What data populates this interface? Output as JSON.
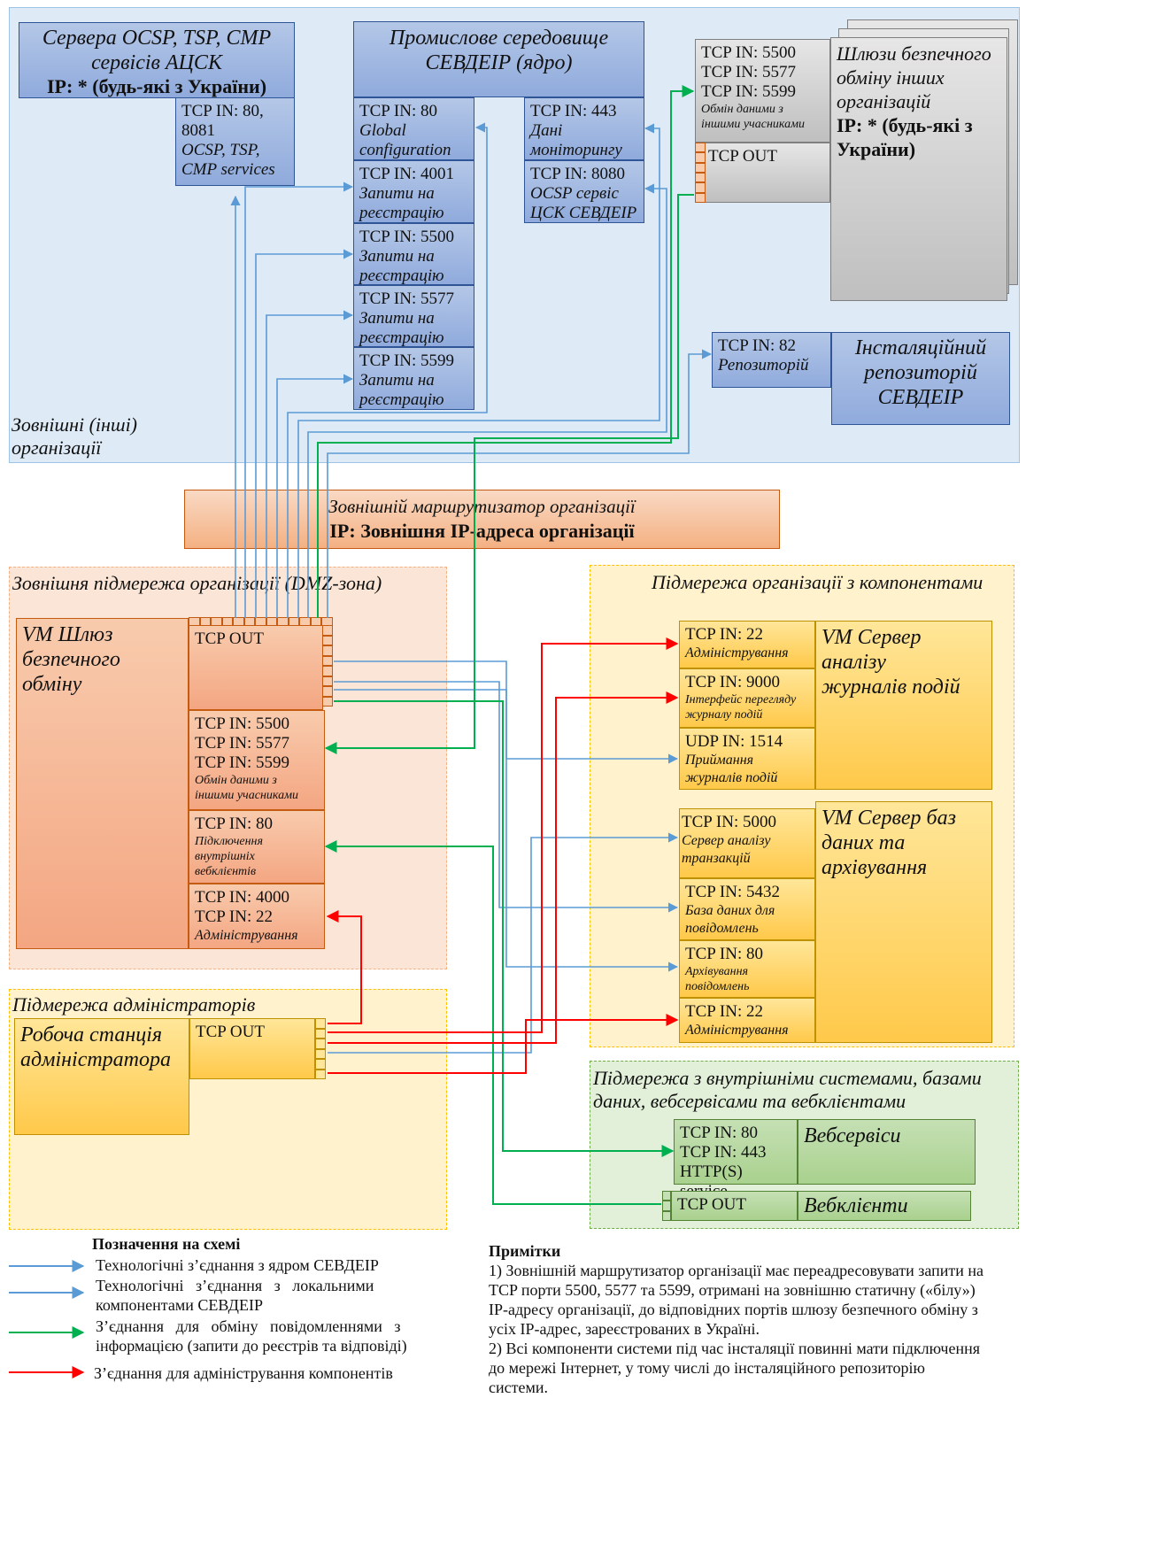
{
  "zones": {
    "external": "Зовнішні (інші) організації",
    "dmz": "Зовнішня підмережа організації (DMZ-зона)",
    "components": "Підмережа організації з компонентами",
    "admins": "Підмережа адміністраторів",
    "internal": "Підмережа з внутрішніми системами, базами даних, вебсервісами та вебклієнтами"
  },
  "ocsp": {
    "title_line1": "Сервера OCSP, TSP, CMP",
    "title_line2": "сервісів АЦСК",
    "ip": "IP: * (будь-які з України)",
    "port_line1": "TCP IN: 80,",
    "port_line2": "8081",
    "port_desc1": "OCSP, TSP,",
    "port_desc2": "CMP services"
  },
  "core": {
    "title_line1": "Промислове середовище",
    "title_line2": "СЕВДЕІР (ядро)",
    "ports_left": [
      {
        "port": "TCP IN: 80",
        "desc1": "Global",
        "desc2": "configuration"
      },
      {
        "port": "TCP IN: 4001",
        "desc1": "Запити на",
        "desc2": "реєстрацію"
      },
      {
        "port": "TCP IN: 5500",
        "desc1": "Запити на",
        "desc2": "реєстрацію"
      },
      {
        "port": "TCP IN: 5577",
        "desc1": "Запити на",
        "desc2": "реєстрацію"
      },
      {
        "port": "TCP IN: 5599",
        "desc1": "Запити на",
        "desc2": "реєстрацію"
      }
    ],
    "ports_right": [
      {
        "port": "TCP IN: 443",
        "desc1": "Дані",
        "desc2": "моніторингу"
      },
      {
        "port": "TCP IN: 8080",
        "desc1": "OCSP сервіс",
        "desc2": "ЦСК СЕВДЕІР"
      }
    ]
  },
  "gateways": {
    "ports": [
      "TCP IN: 5500",
      "TCP IN: 5577",
      "TCP IN: 5599"
    ],
    "ports_desc1": "Обмін даними з",
    "ports_desc2": "іншими учасниками",
    "out": "TCP OUT",
    "title_line1": "Шлюзи безпечного",
    "title_line2": "обміну інших",
    "title_line3": "організацій",
    "ip_line1": "IP: * (будь-які з",
    "ip_line2": "України)"
  },
  "repo": {
    "port": "TCP IN: 82",
    "desc": "Репозиторій",
    "title_line1": "Інсталяційний",
    "title_line2": "репозиторій",
    "title_line3": "СЕВДЕІР"
  },
  "router": {
    "title": "Зовнішній маршрутизатор організації",
    "ip": "IP: Зовнішня IP-адреса організації"
  },
  "vm_gateway": {
    "title_line1": "VM Шлюз",
    "title_line2": "безпечного обміну",
    "out": "TCP OUT",
    "ports_a": [
      "TCP IN: 5500",
      "TCP IN: 5577",
      "TCP IN: 5599"
    ],
    "ports_a_desc1": "Обмін даними з",
    "ports_a_desc2": "іншими учасниками",
    "port_b": "TCP IN: 80",
    "port_b_desc1": "Підключення",
    "port_b_desc2": "внутрішніх",
    "port_b_desc3": "вебклієнтів",
    "port_c1": "TCP IN: 4000",
    "port_c2": "TCP IN: 22",
    "port_c_desc": "Адміністрування"
  },
  "log_server": {
    "title_line1": "VM Сервер аналізу",
    "title_line2": "журналів подій",
    "ports": [
      {
        "port": "TCP IN: 22",
        "desc1": "Адміністрування",
        "desc2": ""
      },
      {
        "port": "TCP IN: 9000",
        "desc1": "Інтерфейс перегляду",
        "desc2": "журналу подій"
      },
      {
        "port": "UDP IN: 1514",
        "desc1": "Приймання",
        "desc2": "журналів подій"
      }
    ]
  },
  "db_server": {
    "title_line1": "VM Сервер баз",
    "title_line2": "даних та",
    "title_line3": "архівування",
    "ports": [
      {
        "port": "TCP IN: 5000",
        "desc1": "Сервер аналізу",
        "desc2": "транзакцій"
      },
      {
        "port": "TCP IN: 5432",
        "desc1": "База даних для",
        "desc2": "повідомлень"
      },
      {
        "port": "TCP IN: 80",
        "desc1": "Архівування",
        "desc2": "повідомлень"
      },
      {
        "port": "TCP IN: 22",
        "desc1": "Адміністрування",
        "desc2": ""
      }
    ]
  },
  "admin_ws": {
    "title_line1": "Робоча станція",
    "title_line2": "адміністратора",
    "out": "TCP OUT"
  },
  "webservices": {
    "port1": "TCP IN: 80",
    "port2": "TCP IN: 443",
    "port3": "HTTP(S) service",
    "title": "Вебсервіси"
  },
  "webclients": {
    "out": "TCP OUT",
    "title": "Вебклієнти"
  },
  "legend": {
    "heading": "Позначення на схемі",
    "items": [
      {
        "text1": "Технологічні з’єднання з ядром СЕВДЕІР",
        "text2": "",
        "color": "#5b9bd5"
      },
      {
        "text1": "Технологічні   з’єднання   з   локальними",
        "text2": "компонентами СЕВДЕІР",
        "color": "#5b9bd5"
      },
      {
        "text1": "З’єднання   для   обміну   повідомленнями   з",
        "text2": "інформацією (запити до реєстрів та відповіді)",
        "color": "#00b050"
      },
      {
        "text1": "З’єднання для адміністрування компонентів",
        "text2": "",
        "color": "#ff0000"
      }
    ]
  },
  "notes": {
    "heading": "Примітки",
    "n1_l1": "1) Зовнішній маршрутизатор організації має переадресовувати запити на",
    "n1_l2": "TCP порти 5500, 5577 та 5599, отримані на зовнішню статичну («білу»)",
    "n1_l3": "IP-адресу організації, до відповідних портів шлюзу безпечного обміну з",
    "n1_l4": "усіх IP-адрес, зареєстрованих в Україні.",
    "n2_l1": "2) Всі компоненти системи під час інсталяції повинні мати підключення",
    "n2_l2": "до мережі Інтернет, у тому числі до інсталяційного репозиторію",
    "n2_l3": "системи."
  },
  "colors": {
    "blue": "#5b9bd5",
    "green": "#00b050",
    "red": "#ff0000"
  }
}
